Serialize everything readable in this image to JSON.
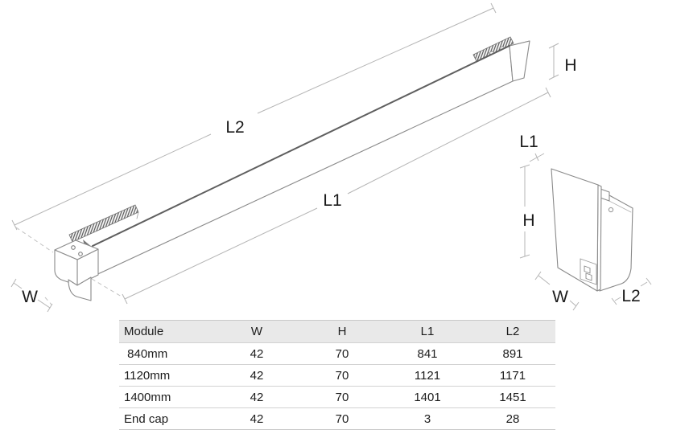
{
  "module_drawing": {
    "dim_l2_label": "L2",
    "dim_l1_label": "L1",
    "dim_h_label": "H",
    "dim_w_label": "W"
  },
  "endcap_drawing": {
    "dim_l1_label": "L1",
    "dim_h_label": "H",
    "dim_w_label": "W",
    "dim_l2_label": "L2"
  },
  "table": {
    "headers": [
      "Module",
      "W",
      "H",
      "L1",
      "L2"
    ],
    "rows": [
      {
        "module": " 840mm",
        "w": "42",
        "h": "70",
        "l1": "841",
        "l2": "891"
      },
      {
        "module": "1120mm",
        "w": "42",
        "h": "70",
        "l1": "1121",
        "l2": "1171"
      },
      {
        "module": "1400mm",
        "w": "42",
        "h": "70",
        "l1": "1401",
        "l2": "1451"
      },
      {
        "module": "End cap",
        "w": "42",
        "h": "70",
        "l1": "3",
        "l2": "28"
      }
    ]
  },
  "colors": {
    "background": "#ffffff",
    "object_line": "#8a8a8a",
    "object_line_dark": "#5f5f5f",
    "dimension_line": "#b5b5b5",
    "label_text": "#1a1a1a",
    "table_header_bg": "#e9e9e9",
    "table_border": "#cccccc",
    "table_text": "#1c1c1c"
  }
}
